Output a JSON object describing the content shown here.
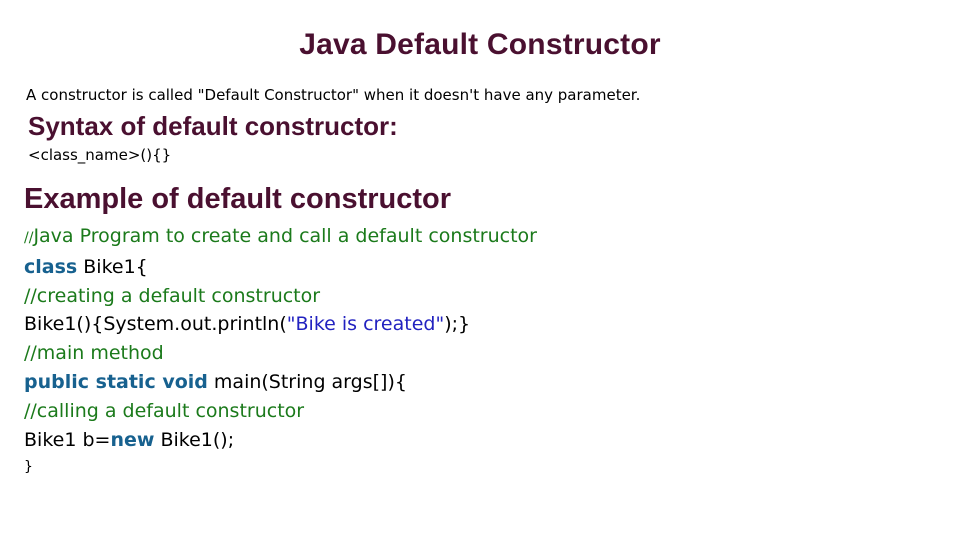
{
  "slide": {
    "title": "Java Default Constructor",
    "lead_line": "A constructor is called \"Default Constructor\" when it doesn't have any parameter.",
    "syntax_heading": "Syntax of default constructor:",
    "syntax_code": "<class_name>(){}",
    "example_heading": "Example of default constructor"
  },
  "colors": {
    "title": "#4a1030",
    "heading": "#4a1030",
    "comment": "#1b7a1b",
    "keyword": "#17618f",
    "string": "#2222c0",
    "plain": "#000000",
    "background": "#ffffff"
  },
  "code": {
    "lines": [
      {
        "id": "line-1",
        "tokens": [
          {
            "type": "comment-slash",
            "text": "//"
          },
          {
            "type": "comment",
            "text": "Java Program to create and call a default constructor"
          }
        ]
      },
      {
        "id": "line-2",
        "tokens": [
          {
            "type": "keyword",
            "text": "class"
          },
          {
            "type": "plain",
            "text": " Bike1{"
          }
        ]
      },
      {
        "id": "line-3",
        "tokens": [
          {
            "type": "comment",
            "text": "//creating a default constructor"
          }
        ]
      },
      {
        "id": "line-4",
        "tokens": [
          {
            "type": "plain",
            "text": "Bike1(){System.out.println("
          },
          {
            "type": "string",
            "text": "\"Bike is created\""
          },
          {
            "type": "plain",
            "text": ");}"
          }
        ]
      },
      {
        "id": "line-5",
        "tokens": [
          {
            "type": "comment",
            "text": "//main method"
          }
        ]
      },
      {
        "id": "line-6",
        "tokens": [
          {
            "type": "keyword",
            "text": "public static void"
          },
          {
            "type": "plain",
            "text": " main(String args[]){"
          }
        ]
      },
      {
        "id": "line-7",
        "tokens": [
          {
            "type": "comment",
            "text": "//calling a default constructor"
          }
        ]
      },
      {
        "id": "line-8",
        "tokens": [
          {
            "type": "plain",
            "text": "Bike1 b="
          },
          {
            "type": "keyword",
            "text": "new"
          },
          {
            "type": "plain",
            "text": " Bike1();"
          }
        ]
      },
      {
        "id": "line-9",
        "small": true,
        "tokens": [
          {
            "type": "plain",
            "text": "}"
          }
        ]
      }
    ]
  }
}
